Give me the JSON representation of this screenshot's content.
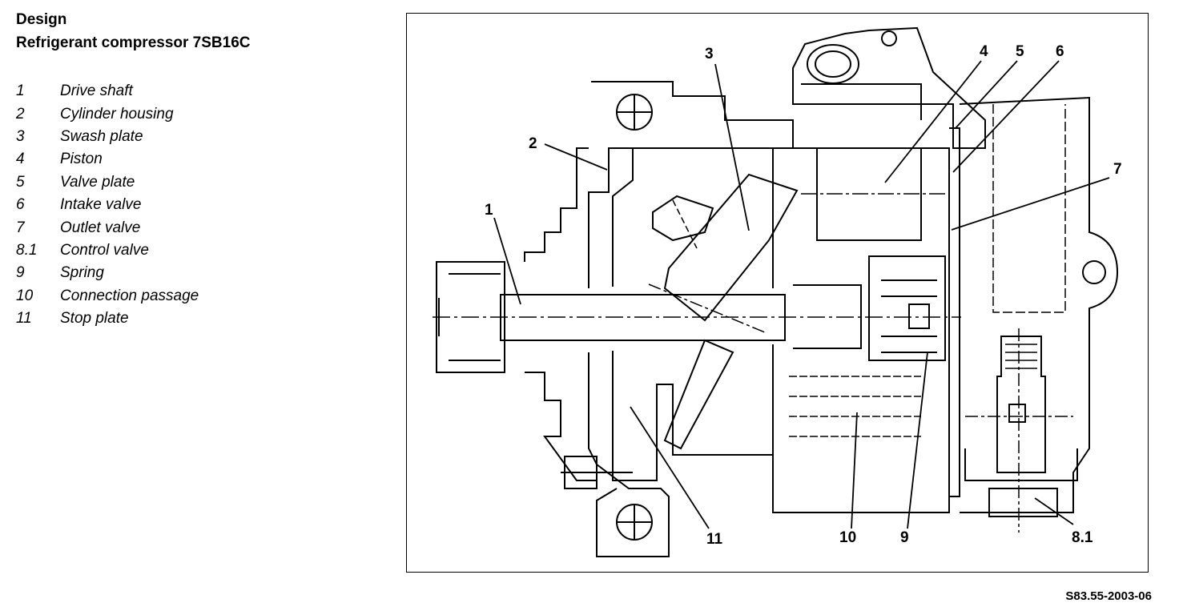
{
  "header": {
    "section": "Design",
    "title": "Refrigerant compressor 7SB16C"
  },
  "legend": [
    {
      "num": "1",
      "label": "Drive shaft"
    },
    {
      "num": "2",
      "label": "Cylinder housing"
    },
    {
      "num": "3",
      "label": "Swash plate"
    },
    {
      "num": "4",
      "label": "Piston"
    },
    {
      "num": "5",
      "label": "Valve plate"
    },
    {
      "num": "6",
      "label": "Intake valve"
    },
    {
      "num": "7",
      "label": "Outlet valve"
    },
    {
      "num": "8.1",
      "label": "Control valve"
    },
    {
      "num": "9",
      "label": "Spring"
    },
    {
      "num": "10",
      "label": "Connection passage"
    },
    {
      "num": "11",
      "label": "Stop plate"
    }
  ],
  "callouts": {
    "c1": "1",
    "c2": "2",
    "c3": "3",
    "c4": "4",
    "c5": "5",
    "c6": "6",
    "c7": "7",
    "c81": "8.1",
    "c9": "9",
    "c10": "10",
    "c11": "11"
  },
  "figure_ref": "S83.55-2003-06"
}
